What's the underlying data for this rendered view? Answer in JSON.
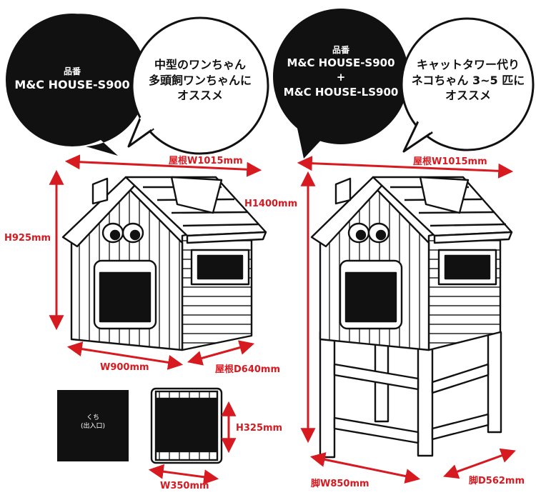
{
  "left_product": {
    "code_label": "品番",
    "code": "M&C HOUSE-S900",
    "recommend_lines": [
      "中型のワンちゃん",
      "多頭飼ワンちゃんに",
      "オススメ"
    ],
    "dims": {
      "roof_width": "屋根W1015mm",
      "height": "H925mm",
      "width": "W900mm",
      "roof_depth": "屋根D640mm"
    }
  },
  "right_product": {
    "code_label": "品番",
    "code_line1": "M&C HOUSE-S900",
    "plus": "+",
    "code_line2": "M&C HOUSE-LS900",
    "recommend_lines": [
      "キャットタワー代り",
      "ネコちゃん 3~5 匹に",
      "オススメ"
    ],
    "dims": {
      "roof_width": "屋根W1015mm",
      "height": "H1400mm",
      "leg_width": "脚W850mm",
      "leg_depth": "脚D562mm"
    }
  },
  "entrance": {
    "label_line1": "くち",
    "label_line2": "(出入口)",
    "height": "H325mm",
    "width": "W350mm"
  },
  "colors": {
    "dimension_red": "#d71920",
    "bubble_black": "#111111"
  }
}
